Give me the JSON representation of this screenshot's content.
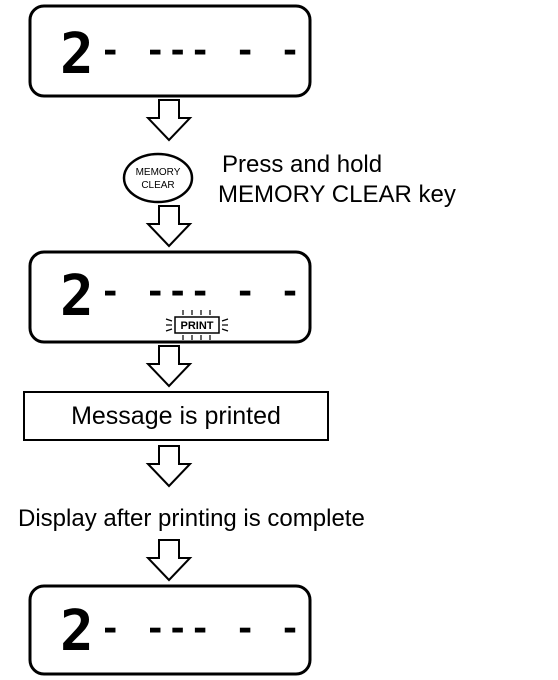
{
  "displays": [
    {
      "digit": "2",
      "dashes": "- --- - -"
    },
    {
      "digit": "2",
      "dashes": "- --- - -",
      "indicator": "PRINT"
    },
    {
      "digit": "2",
      "dashes": "- --- - -"
    }
  ],
  "memory_clear_key": {
    "line1": "MEMORY",
    "line2": "CLEAR"
  },
  "instruction": {
    "line1": "Press and hold",
    "line2": "MEMORY CLEAR key"
  },
  "message_box": "Message is printed",
  "after_label": "Display after printing is complete"
}
